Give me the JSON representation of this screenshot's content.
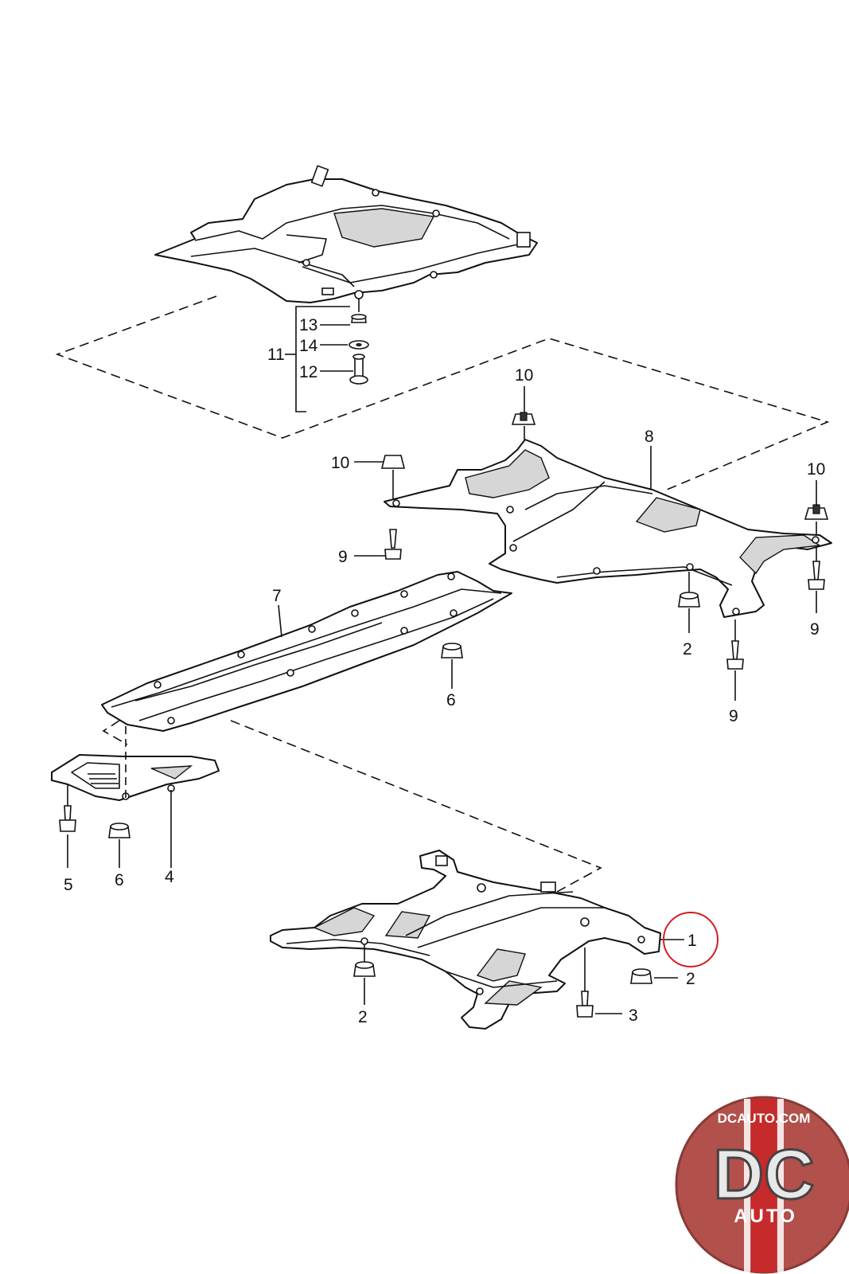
{
  "callouts": {
    "c1": "1",
    "c2a": "2",
    "c2b": "2",
    "c2c": "2",
    "c3": "3",
    "c4": "4",
    "c5": "5",
    "c6a": "6",
    "c6b": "6",
    "c7": "7",
    "c8": "8",
    "c9a": "9",
    "c9b": "9",
    "c9c": "9",
    "c10a": "10",
    "c10b": "10",
    "c10c": "10",
    "c11": "11",
    "c12": "12",
    "c13": "13",
    "c14": "14"
  },
  "logo": {
    "site": "DCAUTO.COM",
    "mark": "DC",
    "sub": "AUTO"
  },
  "colors": {
    "highlight": "#d21e1e",
    "logo_bg": "#b2504c",
    "logo_stripe": "#c62a2a"
  }
}
